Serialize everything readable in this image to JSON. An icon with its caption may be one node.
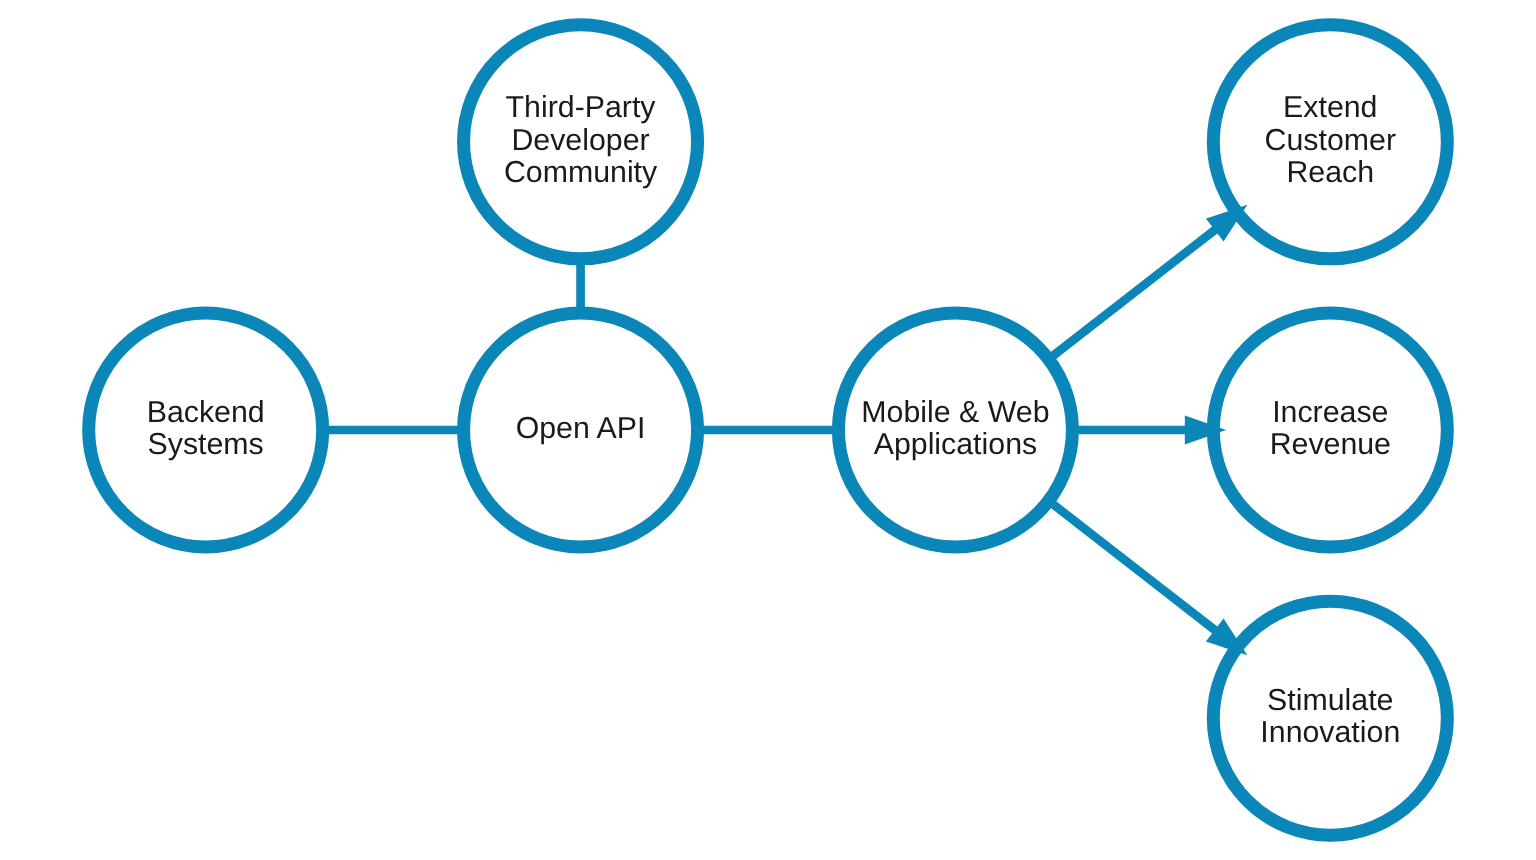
{
  "diagram": {
    "nodes": [
      {
        "text": [
          "Third-Party Developer Community"
        ]
      },
      {
        "text": [
          "Backend Systems"
        ]
      },
      {
        "text": [
          "Open API"
        ]
      },
      {
        "text": [
          "Mobile & Web Applications"
        ]
      },
      {
        "text": [
          "Extend Customer Reach"
        ]
      },
      {
        "text": [
          "Increase Revenue"
        ]
      },
      {
        "text": [
          "Stimulate Innovation"
        ]
      }
    ],
    "edges": [
      {
        "from": 0,
        "to": 2,
        "arrow": "none"
      },
      {
        "from": 1,
        "to": 2,
        "arrow": "none"
      },
      {
        "from": 2,
        "to": 3,
        "arrow": "none"
      },
      {
        "from": 3,
        "to": 4,
        "arrow": "to"
      },
      {
        "from": 3,
        "to": 5,
        "arrow": "to"
      },
      {
        "from": 3,
        "to": 6,
        "arrow": "to"
      }
    ]
  }
}
